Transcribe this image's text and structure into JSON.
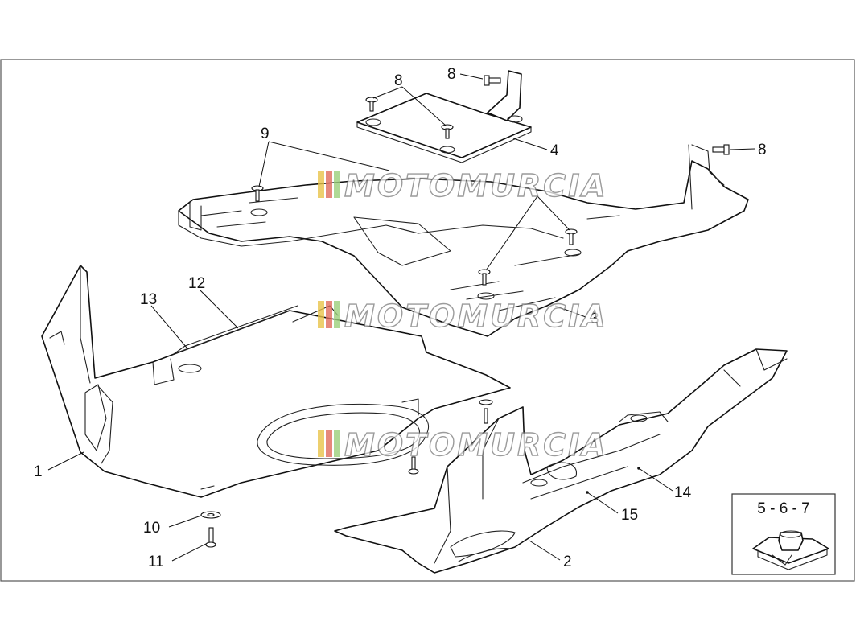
{
  "callouts": {
    "c1": "1",
    "c2": "2",
    "c3": "3",
    "c4": "4",
    "c8a": "8",
    "c8b": "8",
    "c8c": "8",
    "c9": "9",
    "c10": "10",
    "c11": "11",
    "c12": "12",
    "c13": "13",
    "c14": "14",
    "c15": "15"
  },
  "inset": {
    "label": "5 - 6 - 7"
  },
  "watermark": {
    "text": "MOTOMURCIA",
    "stripe_colors": [
      "#e8c34a",
      "#e06a5a",
      "#9bcf7a"
    ]
  }
}
